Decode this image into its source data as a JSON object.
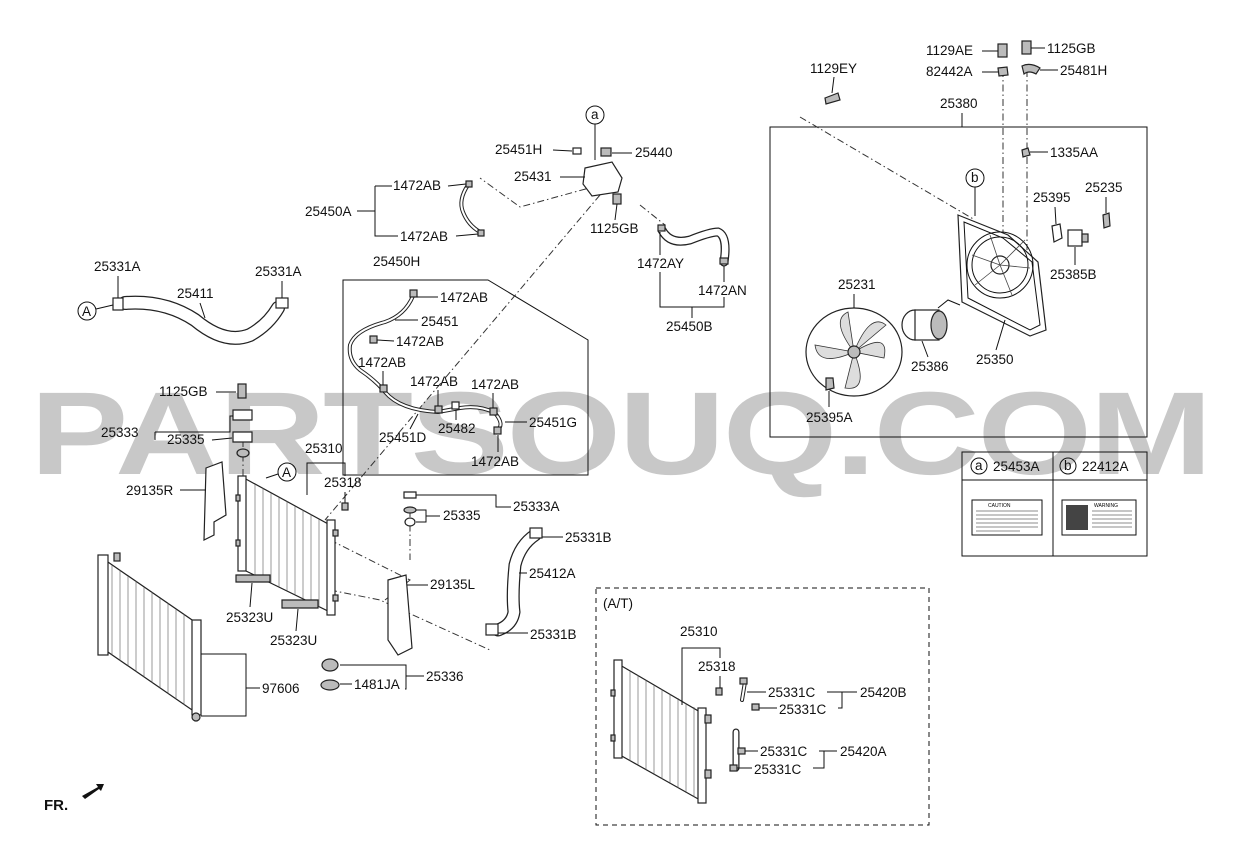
{
  "watermark": "PARTSOUQ.COM",
  "front_marker": "FR.",
  "callouts": {
    "a": "a",
    "b": "b",
    "A": "A"
  },
  "at_box_title": "(A/T)",
  "legend": {
    "a_marker": "a",
    "a_part": "25453A",
    "b_marker": "b",
    "b_part": "22412A",
    "a_label_heading": "CAUTION",
    "b_label_heading": "WARNING"
  },
  "labels": {
    "l25451H": "25451H",
    "l25440": "25440",
    "l25431": "25431",
    "l1125GB_top": "1125GB",
    "l1472AB_1": "1472AB",
    "l25450A": "25450A",
    "l1472AB_2": "1472AB",
    "l25331A_l": "25331A",
    "l25331A_r": "25331A",
    "l25411": "25411",
    "l25450H": "25450H",
    "l1472AB_3": "1472AB",
    "l25451": "25451",
    "l1472AB_4": "1472AB",
    "l1472AB_5": "1472AB",
    "l1472AB_6": "1472AB",
    "l1472AB_7": "1472AB",
    "l25451G": "25451G",
    "l25451D": "25451D",
    "l25482": "25482",
    "l1472AB_8": "1472AB",
    "l1472AY": "1472AY",
    "l1472AN": "1472AN",
    "l25450B": "25450B",
    "l1129EY": "1129EY",
    "l1129AE": "1129AE",
    "l1125GB_fan": "1125GB",
    "l82442A": "82442A",
    "l25481H": "25481H",
    "l25380": "25380",
    "l1335AA": "1335AA",
    "l25395": "25395",
    "l25235": "25235",
    "l25385B": "25385B",
    "l25231": "25231",
    "l25386": "25386",
    "l25350": "25350",
    "l25395A": "25395A",
    "l1125GB_left": "1125GB",
    "l25333": "25333",
    "l25335": "25335",
    "l25310": "25310",
    "l25318": "25318",
    "l29135R": "29135R",
    "l25333A": "25333A",
    "l25335_r": "25335",
    "l25331B_t": "25331B",
    "l25412A": "25412A",
    "l29135L": "29135L",
    "l25331B_b": "25331B",
    "l25323U_1": "25323U",
    "l25323U_2": "25323U",
    "l97606": "97606",
    "l1481JA": "1481JA",
    "l25336": "25336",
    "l25310_at": "25310",
    "l25318_at": "25318",
    "l25331C_1": "25331C",
    "l25331C_2": "25331C",
    "l25420B": "25420B",
    "l25331C_3": "25331C",
    "l25331C_4": "25331C",
    "l25420A": "25420A"
  }
}
